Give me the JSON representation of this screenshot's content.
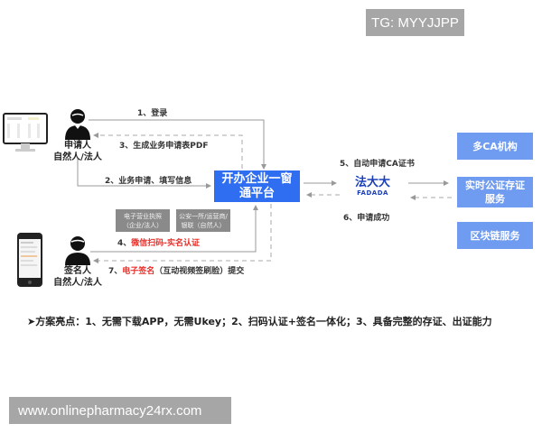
{
  "watermarks": {
    "top": "TG: MYYJJPP",
    "bottom": "www.onlinepharmacy24rx.com"
  },
  "actors": {
    "applicant": {
      "line1": "申请人",
      "line2": "自然人/法人",
      "device": "desktop-monitor-icon"
    },
    "signer": {
      "line1": "签名人",
      "line2": "自然人/法人",
      "device": "mobile-phone-icon"
    }
  },
  "platform": {
    "line1": "开办企业一窗",
    "line2": "通平台"
  },
  "steps": {
    "s1": "1、登录",
    "s2": "2、业务申请、填写信息",
    "s3": "3、生成业务申请表PDF",
    "s4_prefix": "4、",
    "s4_red": "微信扫码-实名认证",
    "s5": "5、自动申请CA证书",
    "s6": "6、申请成功",
    "s7_prefix": "7、",
    "s7_red": "电子签名",
    "s7_suffix": "（互动视频签刷脸）提交"
  },
  "auth_boxes": [
    {
      "line1": "电子营业执照",
      "line2": "（企业/法人）"
    },
    {
      "line1": "公安一所/运营商/",
      "line2": "银联（自然人）"
    }
  ],
  "provider": {
    "cn": "法大大",
    "en": "FADADA"
  },
  "services": [
    {
      "line1": "多CA机构",
      "line2": ""
    },
    {
      "line1": "实时公证存证",
      "line2": "服务"
    },
    {
      "line1": "区块链服务",
      "line2": ""
    }
  ],
  "summary": "➤方案亮点：1、无需下载APP，无需Ukey；2、扫码认证+签名一体化；3、具备完整的存证、出证能力",
  "colors": {
    "platform_blue": "#2f6ef0",
    "service_blue": "#6f9bf0",
    "highlight_red": "#e8302a",
    "logo_blue": "#1a3fb8",
    "auth_gray": "#8a8a8a"
  }
}
